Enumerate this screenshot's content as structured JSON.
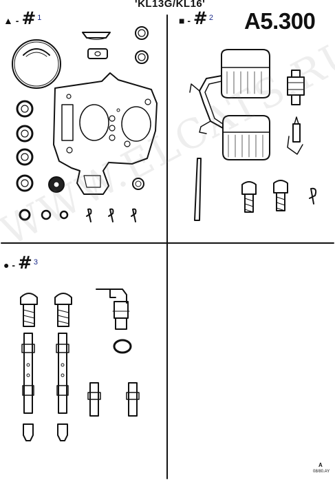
{
  "model": "'KL13G/KL16'",
  "reference": "A5.300",
  "kits": [
    {
      "symbol": "▲",
      "dash": "-",
      "hash": "#",
      "number": "1"
    },
    {
      "symbol": "■",
      "dash": "-",
      "hash": "#",
      "number": "2"
    },
    {
      "symbol": "●",
      "dash": "-",
      "hash": "#",
      "number": "3"
    }
  ],
  "watermark": "WWW.ELCATS.RU",
  "footer_mark": "A",
  "footer_code": "08/80.AY"
}
